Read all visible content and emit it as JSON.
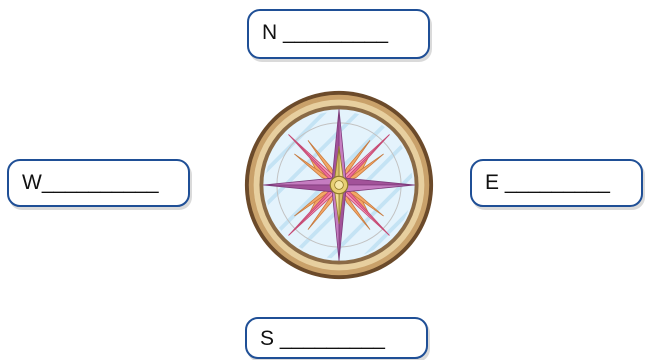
{
  "labels": {
    "north": "N _________",
    "west": "W__________",
    "east": "E _________",
    "south": "S _________"
  },
  "colors": {
    "box_border": "#1f4f96",
    "compass_outer": "#6b4a2a",
    "compass_rim": "#d4b27a",
    "compass_face": "#dff0fb",
    "star_orange": "#f4a766",
    "star_pink": "#f06f97",
    "star_purple": "#b45fae",
    "needle_gold": "#d9c169"
  }
}
